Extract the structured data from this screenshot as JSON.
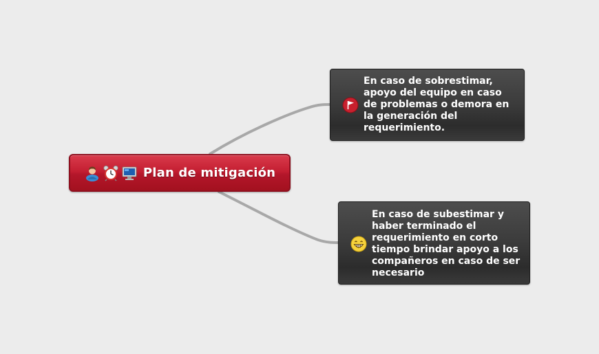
{
  "central_topic": {
    "label": "Plan de mitigación",
    "icons": [
      "user-icon",
      "alarm-clock-icon",
      "computer-monitor-icon"
    ],
    "color": "#c41f32"
  },
  "branches": [
    {
      "icon": "red-flag-icon",
      "text": "En caso de sobrestimar,\napoyo del equipo en caso\nde problemas o demora en\nla generación del\nrequerimiento."
    },
    {
      "icon": "grinning-smiley-icon",
      "text": "En caso de subestimar y\nhaber terminado el\nrequerimiento en corto\ntiempo brindar apoyo a los\ncompañeros en caso de ser\nnecesario"
    }
  ],
  "colors": {
    "background": "#ececec",
    "branch_box": "#3b3b3b",
    "connector": "#a8a8a8"
  }
}
